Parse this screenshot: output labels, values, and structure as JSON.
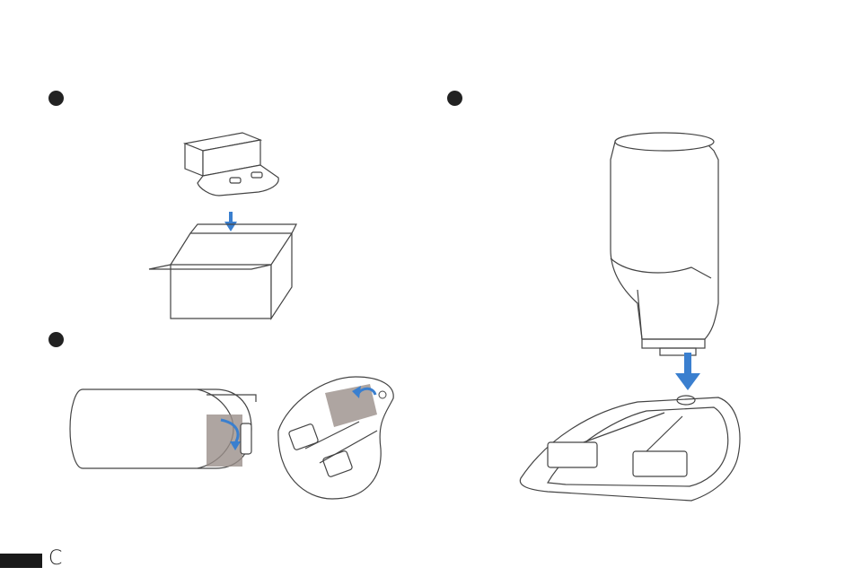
{
  "steps": [
    {
      "marker": "step-1-marker"
    },
    {
      "marker": "step-2-marker"
    },
    {
      "marker": "step-3-marker"
    }
  ],
  "footer": {
    "page_letter": "C"
  },
  "colors": {
    "arrow": "#3a7fcf",
    "line": "#444444",
    "shade": "#9a8f8a"
  },
  "icons": [
    "down-arrow-icon",
    "rotate-arrow-icon"
  ]
}
